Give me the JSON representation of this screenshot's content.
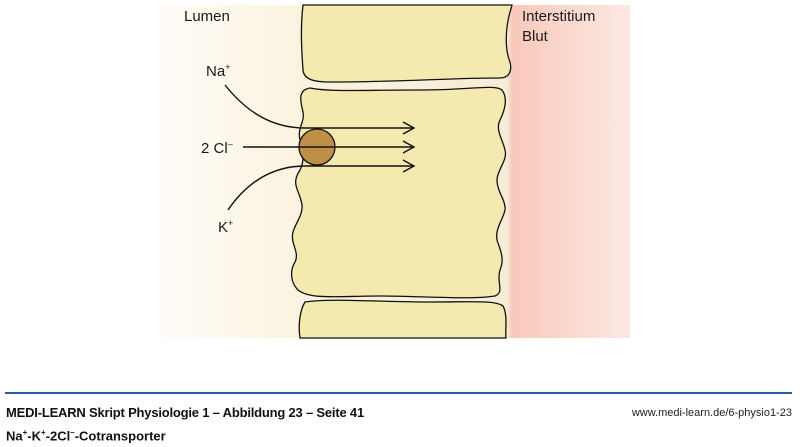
{
  "diagram": {
    "labels": {
      "lumen": "Lumen",
      "interstitium": "Interstitium",
      "blut": "Blut",
      "na": "Na",
      "na_charge": "+",
      "cl": "2 Cl",
      "cl_charge": "–",
      "k": "K",
      "k_charge": "+"
    },
    "colors": {
      "cell": "#f4e9ae",
      "transporter": "#bf8f48",
      "lumen_bg": "#fbf3df",
      "blood_bg": "#f8cfc2",
      "rule": "#2c5ea8"
    }
  },
  "footer": {
    "title": "MEDI-LEARN Skript Physiologie 1 – Abbildung 23 – Seite 41",
    "url": "www.medi-learn.de/6-physio1-23",
    "subtitle_na": "Na",
    "subtitle_k": "-K",
    "subtitle_cl": "-2Cl",
    "subtitle_rest": "-Cotransporter",
    "plus": "+",
    "minus": "–"
  }
}
